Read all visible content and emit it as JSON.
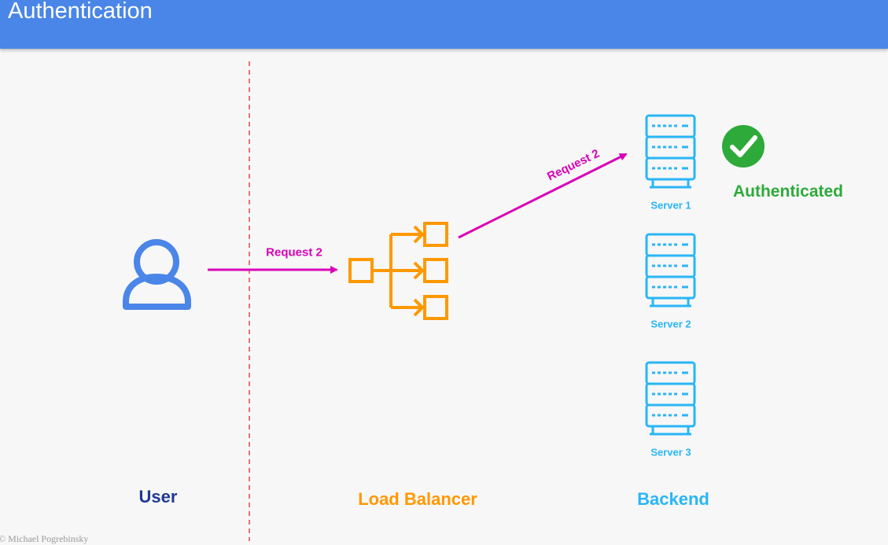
{
  "header": {
    "title": "Authentication"
  },
  "diagram": {
    "user_label": "User",
    "load_balancer_label": "Load Balancer",
    "backend_label": "Backend",
    "request_left_label": "Request 2",
    "request_right_label": "Request 2",
    "servers": [
      "Server 1",
      "Server 2",
      "Server 3"
    ],
    "status_label": "Authenticated",
    "footer": "© Michael Pogrebinsky"
  },
  "colors": {
    "header": "#4a86e8",
    "user": "#4a86e8",
    "load_balancer": "#ff9800",
    "backend": "#29b6f6",
    "request_arrow": "#d900b8",
    "authenticated": "#2eaa3a",
    "divider": "#e57373"
  },
  "icons": [
    "user-icon",
    "load-balancer-icon",
    "server-icon",
    "checkmark-icon"
  ]
}
